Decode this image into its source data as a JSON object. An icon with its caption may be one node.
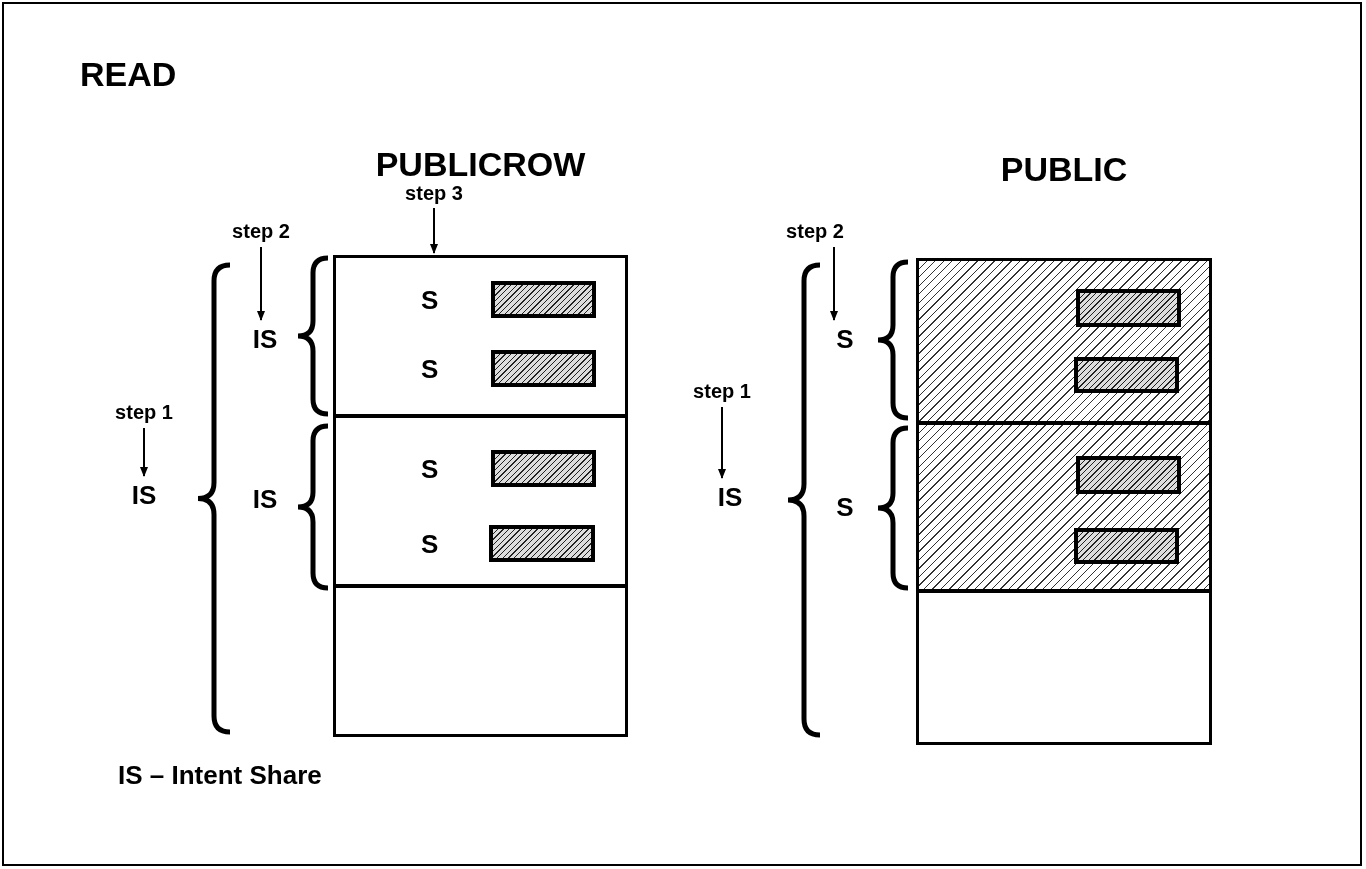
{
  "diagram": {
    "title": "READ",
    "nodes": [
      {
        "text": [
          "PUBLICROW"
        ]
      },
      {
        "text": [],
        "shape": "box",
        "in": 0
      },
      {
        "text": [],
        "shape": "bar",
        "in": 1,
        "beside": [
          "S"
        ]
      },
      {
        "text": [],
        "shape": "bar",
        "in": 1,
        "beside": [
          "S"
        ]
      },
      {
        "text": [],
        "shape": "box",
        "in": 0
      },
      {
        "text": [],
        "shape": "bar",
        "in": 4,
        "beside": [
          "S"
        ]
      },
      {
        "text": [],
        "shape": "bar",
        "in": 4,
        "beside": [
          "S"
        ]
      },
      {
        "text": [],
        "shape": "box",
        "in": 0
      },
      {
        "text": [
          "PUBLIC"
        ]
      },
      {
        "text": [],
        "shape": "box",
        "in": 8
      },
      {
        "text": [],
        "shape": "bar",
        "in": 9
      },
      {
        "text": [],
        "shape": "bar",
        "in": 9
      },
      {
        "text": [],
        "shape": "box",
        "in": 8
      },
      {
        "text": [],
        "shape": "bar",
        "in": 12
      },
      {
        "text": [],
        "shape": "bar",
        "in": 12
      },
      {
        "text": [],
        "shape": "box",
        "in": 8
      },
      {
        "text": [
          "step 1"
        ]
      },
      {
        "text": [
          "IS"
        ]
      },
      {
        "text": [
          "step 2"
        ]
      },
      {
        "text": [
          "IS"
        ]
      },
      {
        "text": [
          "IS"
        ]
      },
      {
        "text": [
          "step 3"
        ]
      },
      {
        "text": [
          "step 1"
        ]
      },
      {
        "text": [
          "IS"
        ]
      },
      {
        "text": [
          "step 2"
        ]
      },
      {
        "text": [
          "S"
        ]
      },
      {
        "text": [
          "S"
        ]
      }
    ],
    "edges": [
      {
        "from": 16,
        "to": 17,
        "arrow": "to"
      },
      {
        "from": 18,
        "to": 19,
        "arrow": "to"
      },
      {
        "from": 21,
        "to": 1,
        "arrow": "to"
      },
      {
        "from": 22,
        "to": 23,
        "arrow": "to"
      },
      {
        "from": 24,
        "to": 25,
        "arrow": "to"
      }
    ],
    "labels": [
      "IS – Intent Share"
    ]
  }
}
